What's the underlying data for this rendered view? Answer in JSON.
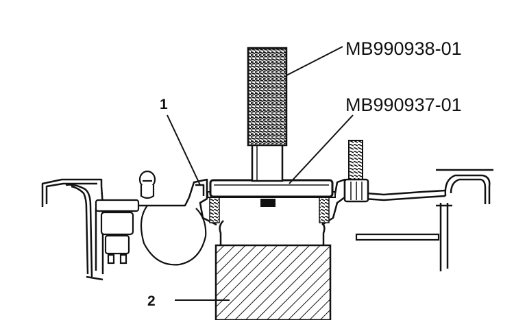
{
  "labels": {
    "tool_upper": "MB990938-01",
    "tool_lower": "MB990937-01",
    "callout_1": "1",
    "callout_2": "2"
  },
  "colors": {
    "ink": "#111111",
    "paper": "#ffffff"
  }
}
